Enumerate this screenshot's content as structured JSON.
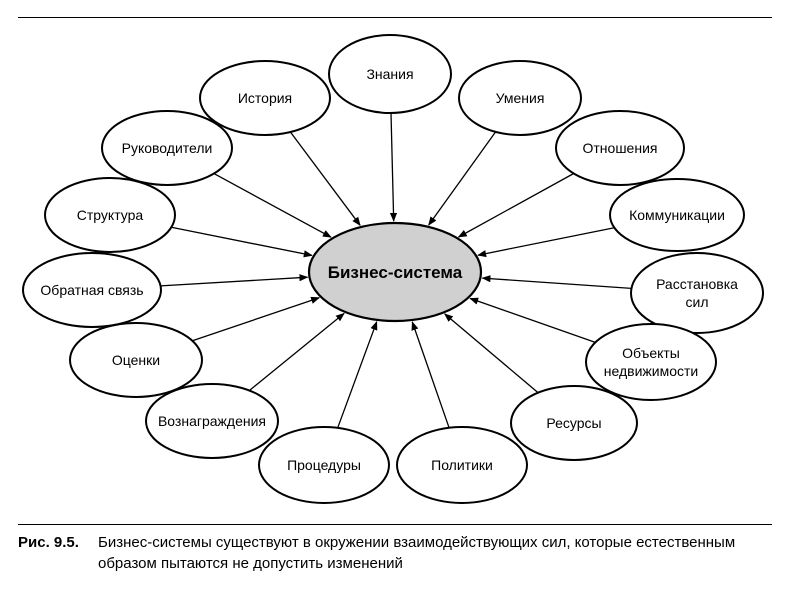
{
  "diagram": {
    "center": {
      "label": "Бизнес-система"
    },
    "nodes": [
      {
        "id": "knowledge",
        "lines": [
          "Знания"
        ]
      },
      {
        "id": "skills",
        "lines": [
          "Умения"
        ]
      },
      {
        "id": "relations",
        "lines": [
          "Отношения"
        ]
      },
      {
        "id": "comms",
        "lines": [
          "Коммуникации"
        ]
      },
      {
        "id": "placement",
        "lines": [
          "Расстановка",
          "сил"
        ]
      },
      {
        "id": "realestate",
        "lines": [
          "Объекты",
          "недвижимости"
        ]
      },
      {
        "id": "resources",
        "lines": [
          "Ресурсы"
        ]
      },
      {
        "id": "policies",
        "lines": [
          "Политики"
        ]
      },
      {
        "id": "procedures",
        "lines": [
          "Процедуры"
        ]
      },
      {
        "id": "rewards",
        "lines": [
          "Вознаграждения"
        ]
      },
      {
        "id": "ratings",
        "lines": [
          "Оценки"
        ]
      },
      {
        "id": "feedback",
        "lines": [
          "Обратная связь"
        ]
      },
      {
        "id": "structure",
        "lines": [
          "Структура"
        ]
      },
      {
        "id": "leaders",
        "lines": [
          "Руководители"
        ]
      },
      {
        "id": "history",
        "lines": [
          "История"
        ]
      }
    ],
    "colors": {
      "center_fill": "#d0d0d0",
      "node_fill": "#ffffff",
      "stroke": "#000000"
    }
  },
  "caption": {
    "number": "Рис. 9.5.",
    "text": "Бизнес-системы существуют в окружении взаимодействующих сил, которые естественным образом пытаются не допустить изменений"
  }
}
